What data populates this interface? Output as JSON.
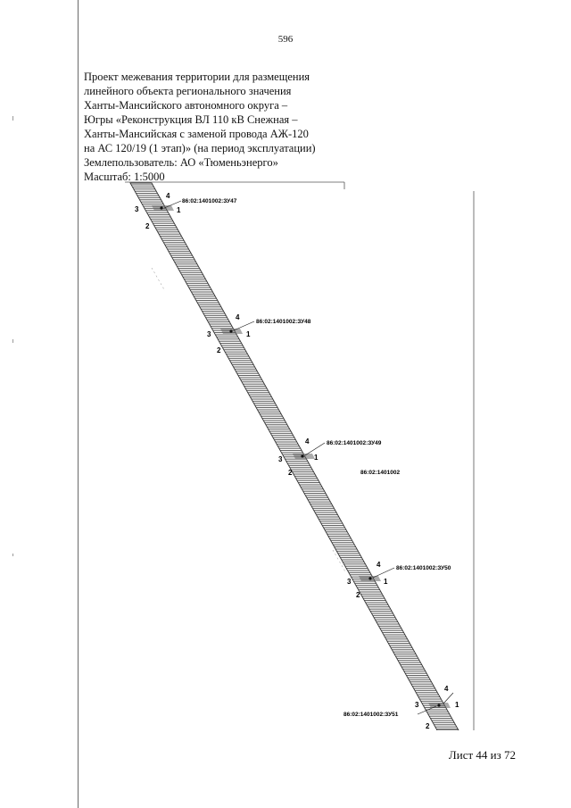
{
  "page_number": "596",
  "title_lines": [
    "Проект межевания территории для размещения",
    "линейного объекта регионального значения",
    "Ханты-Мансийского автономного округа –",
    "Югры «Реконструкция ВЛ 110 кВ Снежная –",
    "Ханты-Мансийская с заменой провода АЖ-120",
    "на АС 120/19 (1 этап)» (на период эксплуатации)",
    "Землепользователь: АО «Тюменьэнерго»",
    "Масштаб: 1:5000"
  ],
  "quarter_label": "86:02:1401002",
  "parcels": [
    {
      "id": "86:02:1401002:ЗУ47",
      "points": [
        "1",
        "2",
        "3",
        "4"
      ]
    },
    {
      "id": "86:02:1401002:ЗУ48",
      "points": [
        "1",
        "2",
        "3",
        "4"
      ]
    },
    {
      "id": "86:02:1401002:ЗУ49",
      "points": [
        "1",
        "2",
        "3",
        "4"
      ]
    },
    {
      "id": "86:02:1401002:ЗУ50",
      "points": [
        "1",
        "2",
        "3",
        "4"
      ]
    },
    {
      "id": "86:02:1401002:ЗУ51",
      "points": [
        "1",
        "2",
        "3",
        "4"
      ]
    }
  ],
  "sheet_label": "Лист 44 из 72",
  "colors": {
    "ink": "#111111",
    "hatch": "#444444",
    "frame": "#555555"
  }
}
